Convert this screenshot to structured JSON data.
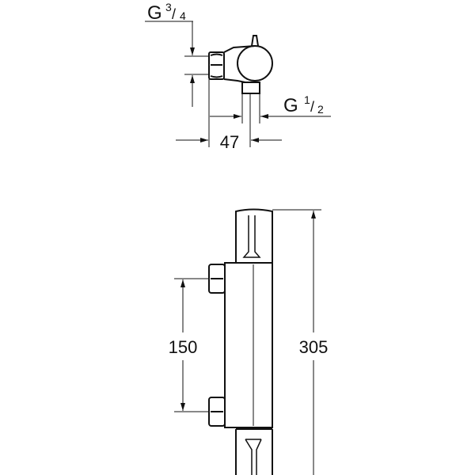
{
  "side_view": {
    "inlet_thread": {
      "main": "G",
      "num": "3",
      "den": "4"
    },
    "outlet_thread": {
      "main": "G",
      "num": "1",
      "den": "2"
    },
    "offset_dim": "47"
  },
  "front_view": {
    "inlet_spacing_dim": "150",
    "total_height_dim": "305"
  }
}
